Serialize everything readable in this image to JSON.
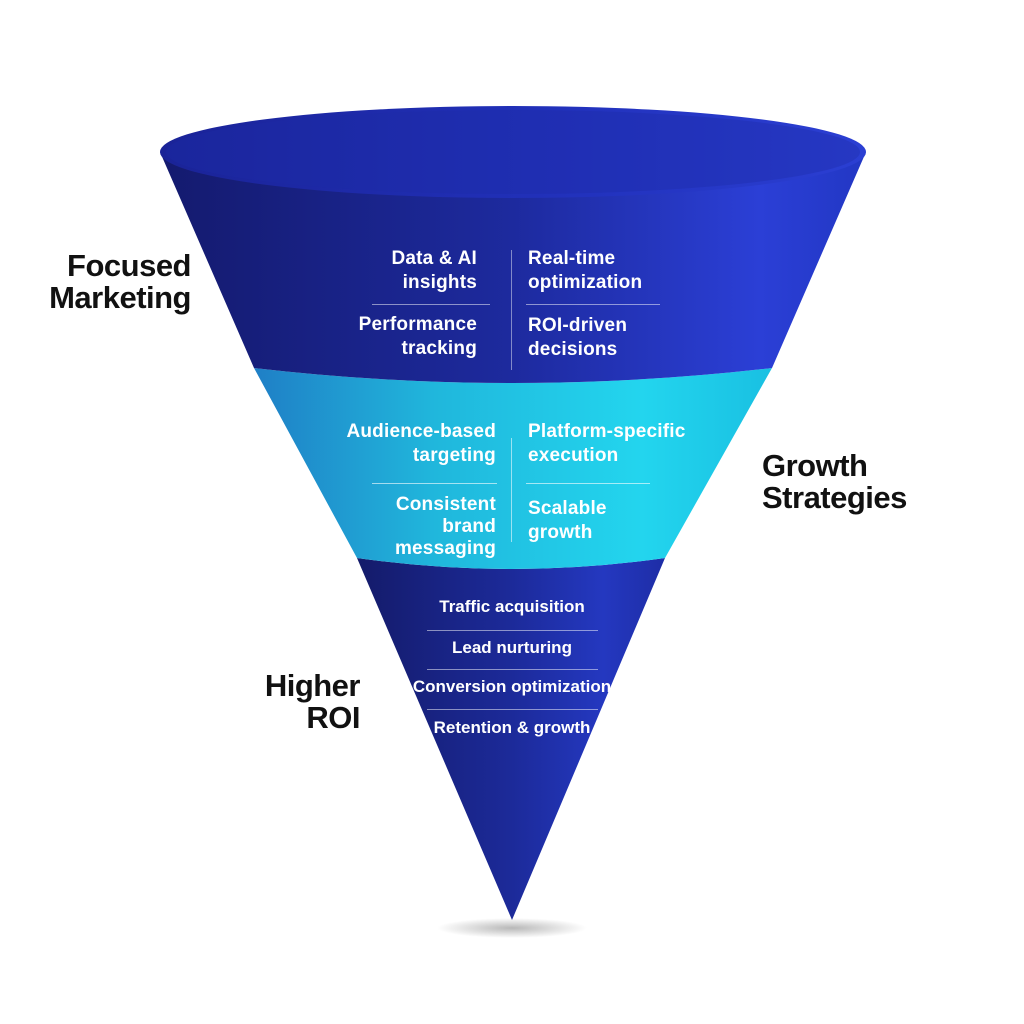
{
  "side_labels": {
    "focused": [
      "Focused",
      "Marketing"
    ],
    "growth": [
      "Growth",
      "Strategies"
    ],
    "roi": [
      "Higher",
      "ROI"
    ]
  },
  "top_band": {
    "left": [
      [
        "Data & AI",
        "insights"
      ],
      [
        "Performance",
        "tracking"
      ]
    ],
    "right": [
      [
        "Real-time",
        "optimization"
      ],
      [
        "ROI-driven",
        "decisions"
      ]
    ]
  },
  "middle_band": {
    "left": [
      [
        "Audience-based",
        "targeting"
      ],
      [
        "Consistent",
        "brand",
        "messaging"
      ]
    ],
    "right": [
      [
        "Platform-specific",
        "execution"
      ],
      [
        "Scalable",
        "growth"
      ]
    ]
  },
  "bottom_band": {
    "items": [
      "Traffic acquisition",
      "Lead nurturing",
      "Conversion optimization",
      "Retention & growth"
    ]
  },
  "colors": {
    "navy_dark": "#1a1f7a",
    "royal_blue": "#2a3ccf",
    "cyan": "#1fc7e6",
    "text": "#111111",
    "background": "#ffffff"
  }
}
